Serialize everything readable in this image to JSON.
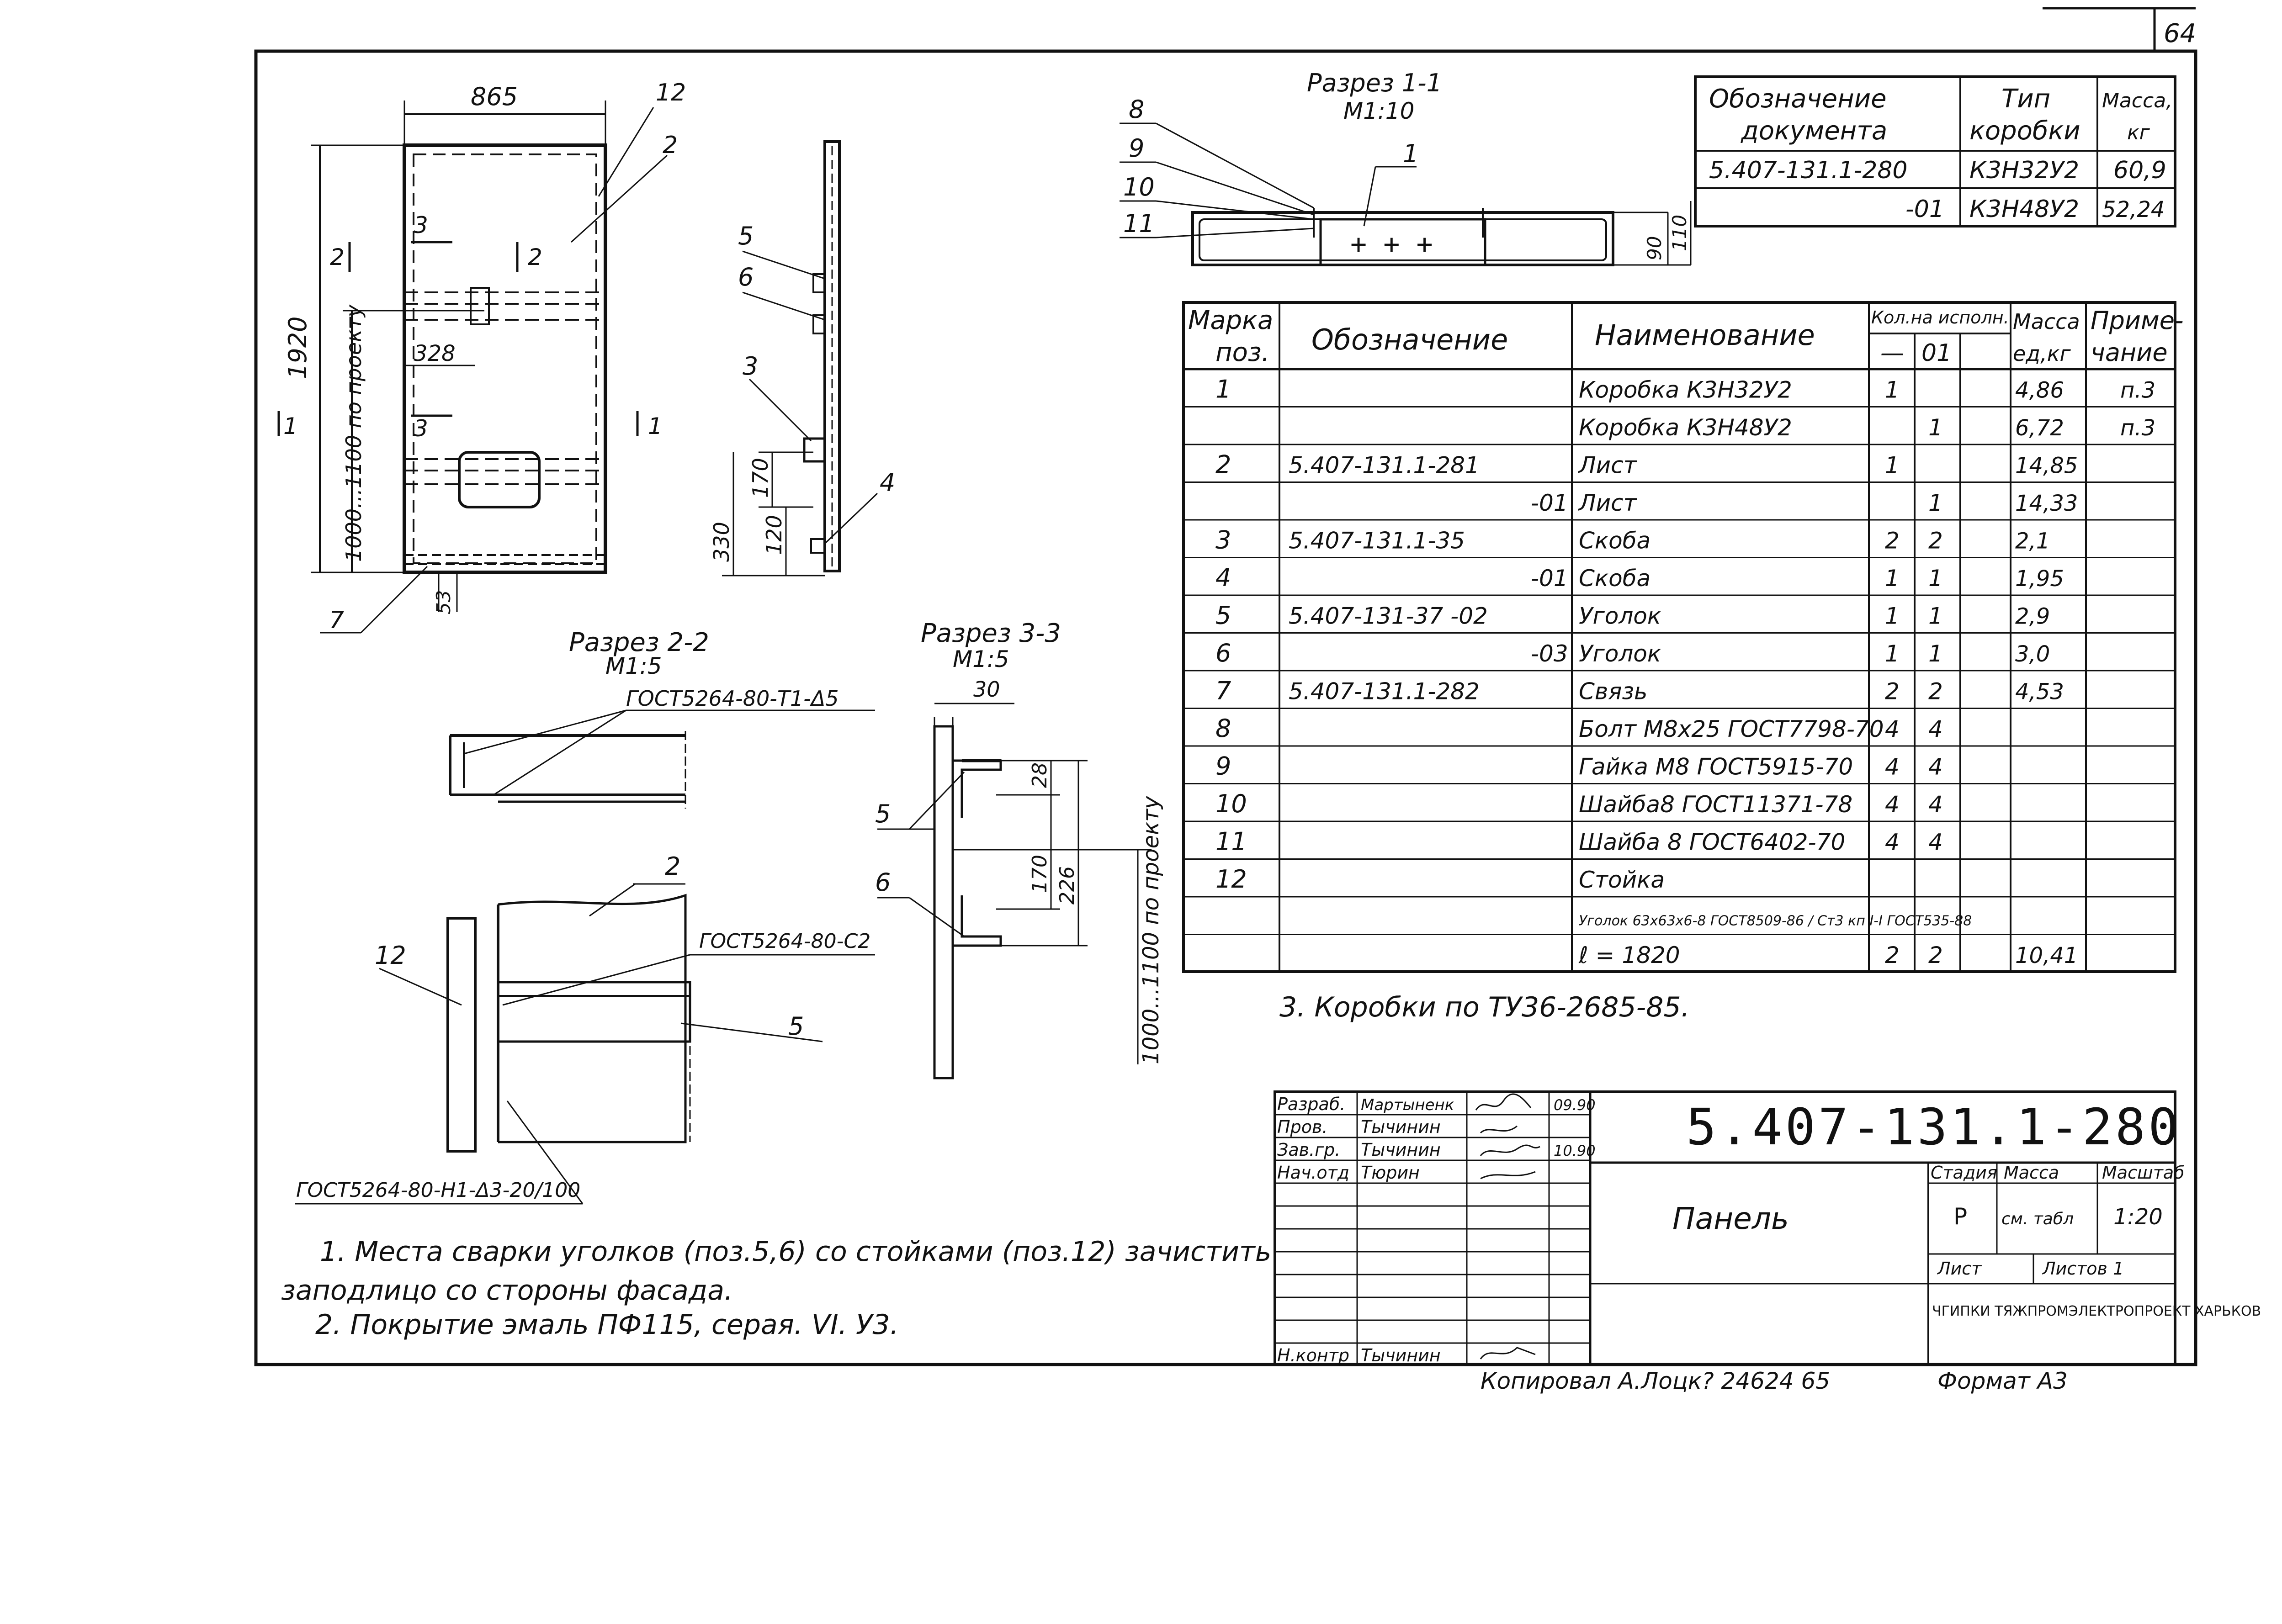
{
  "page": {
    "sheet_number": "64",
    "copied_by": "Копировал А.Лоцк? 24624 65",
    "format": "Формат А3"
  },
  "doc_table": {
    "header_designation": "Обозначение документа",
    "header_type": "Тип коробки",
    "header_mass": "Масса, кг",
    "rows": [
      {
        "designation": "5.407-131.1-280",
        "type": "К3Н32У2",
        "mass": "60,9"
      },
      {
        "designation": "-01",
        "type": "К3Н48У2",
        "mass": "52,24"
      }
    ]
  },
  "views": {
    "section_1_1": {
      "title": "Разрез 1-1",
      "scale": "М1:10",
      "dims": [
        "90",
        "110"
      ],
      "callouts": [
        "8",
        "9",
        "10",
        "11",
        "1"
      ]
    },
    "section_2_2": {
      "title": "Разрез 2-2",
      "scale": "М1:5",
      "weld": "ГОСТ5264-80-Т1-Δ5"
    },
    "section_3_3": {
      "title": "Разрез 3-3",
      "scale": "М1:5",
      "dims": [
        "30",
        "28",
        "170",
        "226"
      ],
      "height": "1000...1100 по проекту",
      "callouts": [
        "5",
        "6"
      ]
    },
    "elevation": {
      "dims": [
        "865",
        "1920",
        "328",
        "53",
        "1000...1100 по проекту"
      ],
      "callouts": [
        "12",
        "2",
        "7"
      ],
      "section_marks": [
        "2",
        "2",
        "3",
        "3",
        "1",
        "1"
      ]
    },
    "side": {
      "dims": [
        "330",
        "170",
        "120"
      ],
      "callouts": [
        "5",
        "6",
        "3",
        "4"
      ]
    },
    "node": {
      "welds": [
        "ГОСТ5264-80-С2",
        "ГОСТ5264-80-Н1-Δ3-20/100"
      ],
      "callouts": [
        "2",
        "12",
        "5"
      ]
    }
  },
  "spec": {
    "headers": {
      "mark": "Марка поз.",
      "designation": "Обозначение",
      "name": "Наименование",
      "qty": "Кол.на исполн.",
      "qty_main": "—",
      "qty_01": "01",
      "mass": "Масса ед,кг",
      "note": "Примечание"
    },
    "rows": [
      {
        "mark": "1",
        "designation": "",
        "name": "Коробка К3Н32У2",
        "q0": "1",
        "q1": "",
        "mass": "4,86",
        "note": "п.3"
      },
      {
        "mark": "",
        "designation": "",
        "name": "Коробка К3Н48У2",
        "q0": "",
        "q1": "1",
        "mass": "6,72",
        "note": "п.3"
      },
      {
        "mark": "2",
        "designation": "5.407-131.1-281",
        "name": "Лист",
        "q0": "1",
        "q1": "",
        "mass": "14,85",
        "note": ""
      },
      {
        "mark": "",
        "designation": "-01",
        "name": "Лист",
        "q0": "",
        "q1": "1",
        "mass": "14,33",
        "note": ""
      },
      {
        "mark": "3",
        "designation": "5.407-131.1-35",
        "name": "Скоба",
        "q0": "2",
        "q1": "2",
        "mass": "2,1",
        "note": ""
      },
      {
        "mark": "4",
        "designation": "-01",
        "name": "Скоба",
        "q0": "1",
        "q1": "1",
        "mass": "1,95",
        "note": ""
      },
      {
        "mark": "5",
        "designation": "5.407-131-37       -02",
        "name": "Уголок",
        "q0": "1",
        "q1": "1",
        "mass": "2,9",
        "note": ""
      },
      {
        "mark": "6",
        "designation": "-03",
        "name": "Уголок",
        "q0": "1",
        "q1": "1",
        "mass": "3,0",
        "note": ""
      },
      {
        "mark": "7",
        "designation": "5.407-131.1-282",
        "name": "Связь",
        "q0": "2",
        "q1": "2",
        "mass": "4,53",
        "note": ""
      },
      {
        "mark": "8",
        "designation": "",
        "name": "Болт М8х25 ГОСТ7798-70",
        "q0": "4",
        "q1": "4",
        "mass": "",
        "note": ""
      },
      {
        "mark": "9",
        "designation": "",
        "name": "Гайка М8 ГОСТ5915-70",
        "q0": "4",
        "q1": "4",
        "mass": "",
        "note": ""
      },
      {
        "mark": "10",
        "designation": "",
        "name": "Шайба8 ГОСТ11371-78",
        "q0": "4",
        "q1": "4",
        "mass": "",
        "note": ""
      },
      {
        "mark": "11",
        "designation": "",
        "name": "Шайба 8 ГОСТ6402-70",
        "q0": "4",
        "q1": "4",
        "mass": "",
        "note": ""
      },
      {
        "mark": "12",
        "designation": "",
        "name": "Стойка",
        "q0": "",
        "q1": "",
        "mass": "",
        "note": ""
      },
      {
        "mark": "",
        "designation": "",
        "name": "Уголок 63х63х6-8 ГОСТ8509-86 / Ст3 кп I-I ГОСТ535-88",
        "q0": "",
        "q1": "",
        "mass": "",
        "note": ""
      },
      {
        "mark": "",
        "designation": "",
        "name": "ℓ = 1820",
        "q0": "2",
        "q1": "2",
        "mass": "10,41",
        "note": ""
      }
    ]
  },
  "notes": [
    "1. Места сварки уголков (поз.5,6) со стойками (поз.12) зачистить",
    "заподлицо со стороны фасада.",
    "2. Покрытие эмаль ПФ115, серая. VI. У3.",
    "3. Коробки по ТУ36-2685-85."
  ],
  "title_block": {
    "code": "5.407-131.1-280",
    "title": "Панель",
    "stage_label": "Стадия",
    "mass_label": "Масса",
    "scale_label": "Масштаб",
    "stage": "Р",
    "mass": "см. табл",
    "scale": "1:20",
    "sheet_label": "Лист",
    "sheets_label": "Листов 1",
    "org": "ЧГИПКИ ТЯЖПРОМЭЛЕКТРОПРОЕКТ ХАРЬКОВ",
    "people": [
      {
        "role": "Разраб.",
        "name": "Мартыненк",
        "date": "09.90"
      },
      {
        "role": "Пров.",
        "name": "Тычинин",
        "date": ""
      },
      {
        "role": "Зав.гр.",
        "name": "Тычинин",
        "date": "10.90"
      },
      {
        "role": "Нач.отд",
        "name": "Тюрин",
        "date": ""
      },
      {
        "role": "Н.контр",
        "name": "Тычинин",
        "date": ""
      }
    ]
  }
}
